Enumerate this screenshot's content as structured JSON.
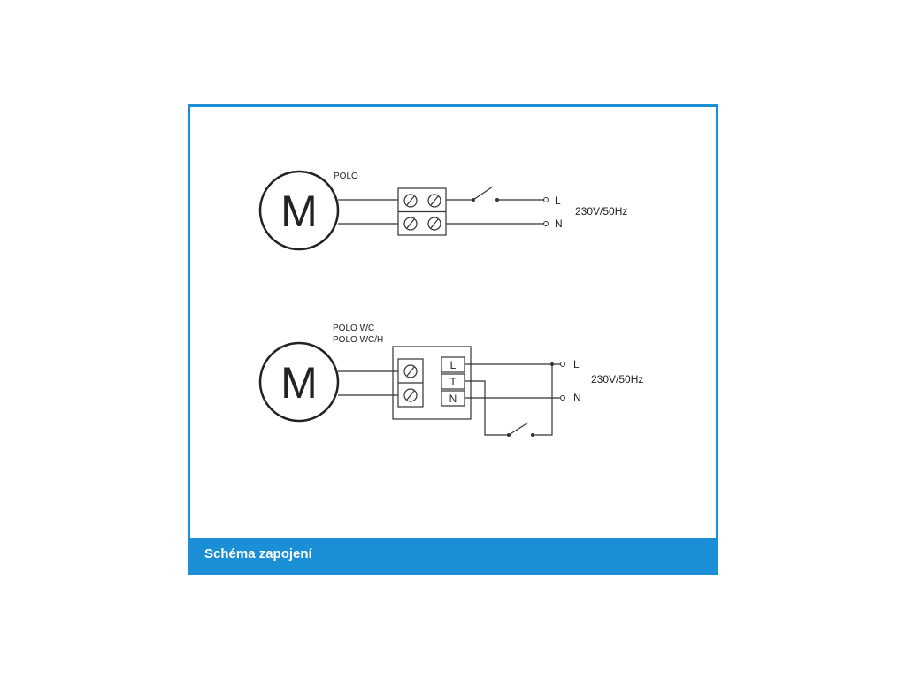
{
  "caption": "Schéma zapojení",
  "colors": {
    "frame": "#1a8fd6",
    "caption_text": "#ffffff",
    "line": "#333333"
  },
  "diagram1": {
    "model_label": "POLO",
    "motor_letter": "M",
    "line_label": "L",
    "neutral_label": "N",
    "supply_label": "230V/50Hz"
  },
  "diagram2": {
    "model_label_1": "POLO WC",
    "model_label_2": "POLO WC/H",
    "motor_letter": "M",
    "terminal_l": "L",
    "terminal_t": "T",
    "terminal_n": "N",
    "line_label": "L",
    "neutral_label": "N",
    "supply_label": "230V/50Hz"
  }
}
